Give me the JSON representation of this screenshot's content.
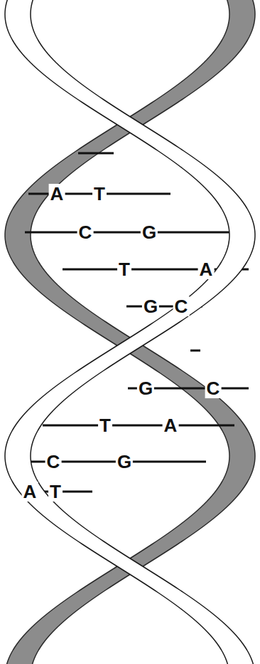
{
  "diagram": {
    "labels": [
      "A",
      "T",
      "C",
      "G",
      "T",
      "A",
      "G",
      "C",
      "G",
      "C",
      "T",
      "A",
      "C",
      "G",
      "A",
      "T"
    ]
  }
}
